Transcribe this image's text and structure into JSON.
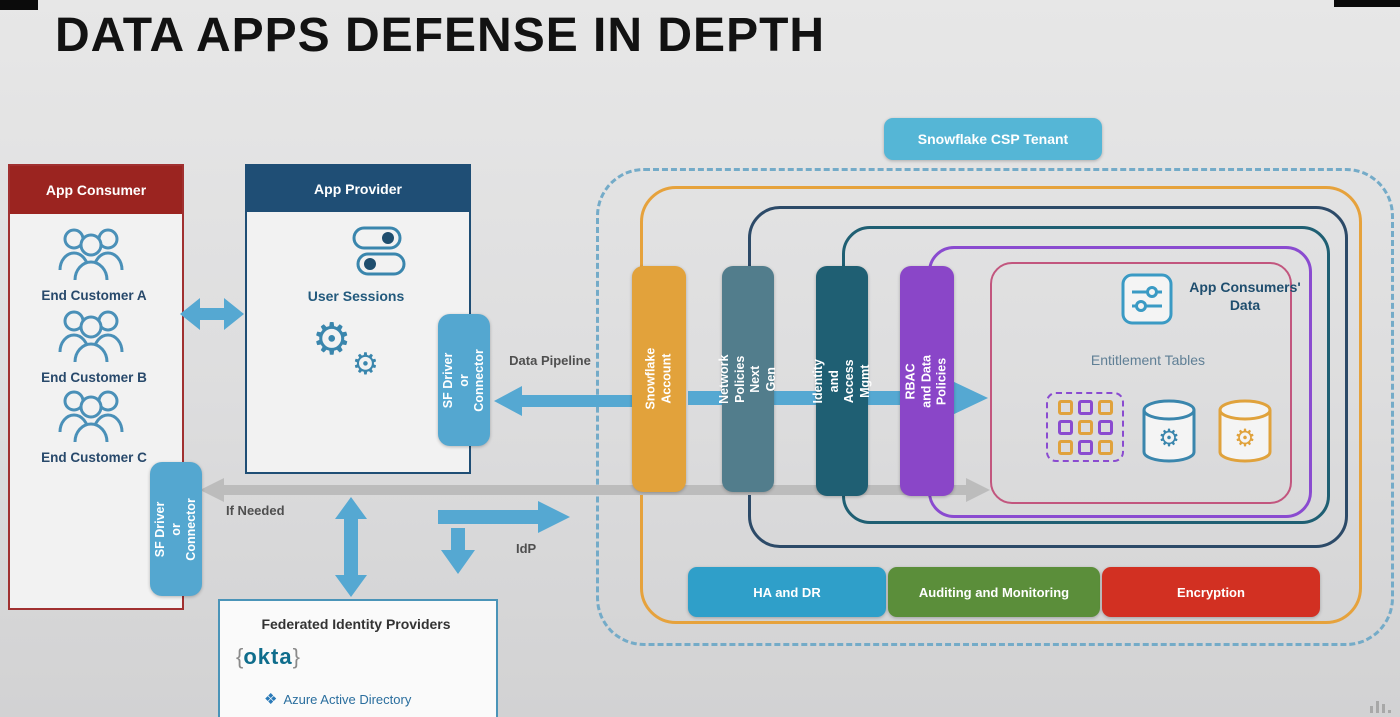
{
  "title": "DATA APPS DEFENSE IN DEPTH",
  "app_consumer": {
    "header": "App Consumer",
    "customers": [
      "End Customer A",
      "End Customer B",
      "End Customer C"
    ]
  },
  "app_provider": {
    "header": "App Provider",
    "sessions_label": "User Sessions"
  },
  "connectors": {
    "provider_driver": "SF Driver or Connector",
    "consumer_driver": "SF Driver or Connector"
  },
  "flow_labels": {
    "data_pipeline": "Data Pipeline",
    "if_needed": "If Needed",
    "idp": "IdP"
  },
  "snowflake": {
    "tenant_label": "Snowflake CSP Tenant",
    "layers": [
      {
        "label": "Snowflake Account",
        "color": "#E2A23B"
      },
      {
        "label": "Network Policies Next Gen",
        "color": "#527D8C"
      },
      {
        "label": "Identity and Access Mgmt",
        "color": "#1F5F73"
      },
      {
        "label": "RBAC and Data Policies",
        "color": "#8A46C8"
      }
    ],
    "data_zone": {
      "title": "App Consumers' Data",
      "subtitle": "Entitlement Tables"
    },
    "foundation": [
      {
        "label": "HA and DR",
        "color": "#2F9FC9"
      },
      {
        "label": "Auditing and Monitoring",
        "color": "#5B8E3A"
      },
      {
        "label": "Encryption",
        "color": "#D23022"
      }
    ]
  },
  "federated_idp": {
    "title": "Federated Identity Providers",
    "okta_brace_left": "{",
    "okta_label": "okta",
    "okta_brace_right": "}",
    "azure_label": "Azure Active Directory"
  },
  "colors": {
    "arrow_blue": "#55A8D2",
    "gray_arrow": "#BCBCBC",
    "consumer_red": "#9B2420",
    "provider_navy": "#1F4E75",
    "tenant_blue": "#55B6D6",
    "orange_ring": "#E6A23C",
    "navy_ring": "#2C4A68",
    "teal_ring": "#1F5F73",
    "purple_ring": "#8A4BD0",
    "pink_ring": "#C2567E",
    "okta_teal": "#0F6D8C",
    "azure_blue": "#2A6E9E"
  },
  "icons": {
    "users-group-icon": "three-person-outline",
    "toggle-icon": "toggle-switch",
    "gear-icon": "⚙",
    "sliders-icon": "settings-sliders-square",
    "entitlement-grid-icon": "3x3-dashed-grid",
    "database-icon": "cylinder-with-gear",
    "azure-icon": "❖",
    "watermark-icon": "signal-bars"
  }
}
